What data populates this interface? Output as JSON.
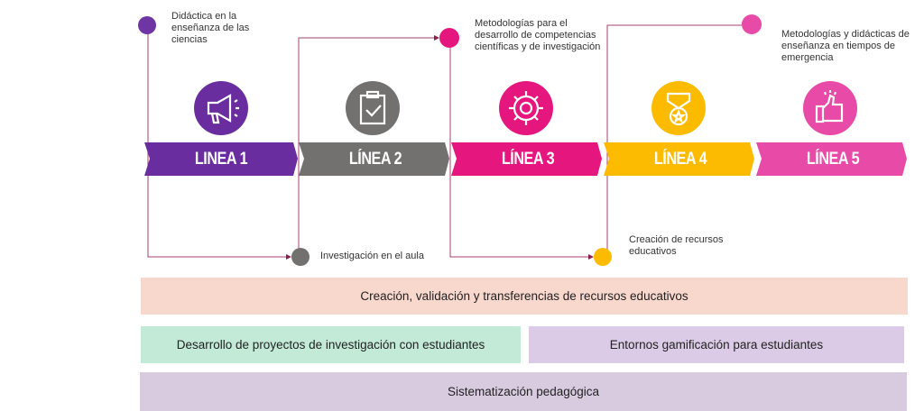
{
  "lines": [
    {
      "label": "LINEA 1",
      "topic": "Didáctica en la enseñanza de las ciencias",
      "icon": "megaphone-icon",
      "color": "#6a2d9f"
    },
    {
      "label": "LÍNEA 2",
      "topic": "Investigación en el aula",
      "icon": "clipboard-check-icon",
      "color": "#737070"
    },
    {
      "label": "LÍNEA 3",
      "topic": "Metodologías para el desarrollo de competencias científicas y de investigación",
      "icon": "gear-icon",
      "color": "#e5177e"
    },
    {
      "label": "LÍNEA 4",
      "topic": "Creación de recursos educativos",
      "icon": "medal-icon",
      "color": "#fdbb00"
    },
    {
      "label": "LÍNEA 5",
      "topic": "Metodologías y didácticas de enseñanza en tiempos de emergencia",
      "icon": "thumbs-up-icon",
      "color": "#e84aa7"
    }
  ],
  "boxes": {
    "row1": "Creación, validación y transferencias de recursos educativos",
    "row2_left": "Desarrollo de proyectos de investigación con estudiantes",
    "row2_right": "Entornos gamificación para estudiantes",
    "row3": "Sistematización pedagógica"
  },
  "colors": {
    "connector": "#a8406f",
    "row1": "#f8d7cc",
    "row2_left": "#c3ead7",
    "row2_right": "#dccbe6",
    "row3": "#d8cbe0"
  }
}
